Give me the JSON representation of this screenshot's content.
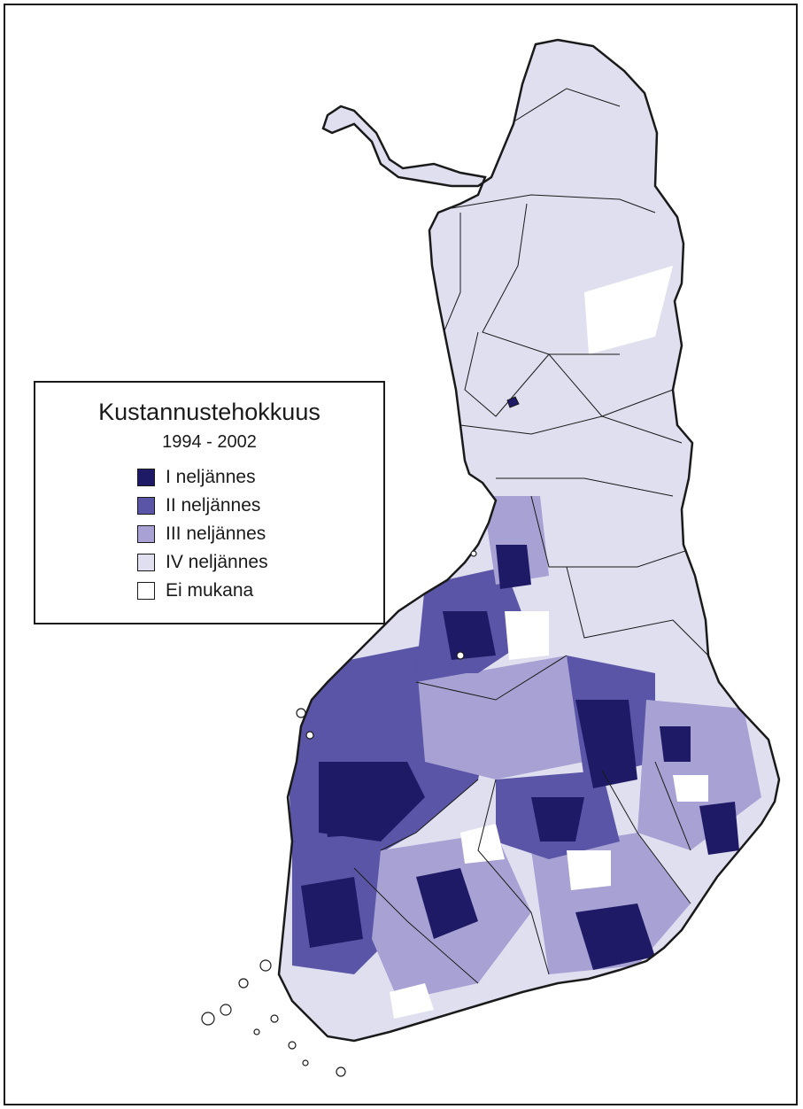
{
  "legend": {
    "title": "Kustannustehokkuus",
    "subtitle": "1994 - 2002",
    "items": [
      {
        "label": "I neljännes",
        "color": "#1e1a66"
      },
      {
        "label": "II neljännes",
        "color": "#5a55a6"
      },
      {
        "label": "III neljännes",
        "color": "#a7a2d3"
      },
      {
        "label": "IV neljännes",
        "color": "#e0dff0"
      },
      {
        "label": "Ei mukana",
        "color": "#ffffff"
      }
    ]
  },
  "map": {
    "region": "Finland municipalities",
    "border_color": "#1a1a1a"
  }
}
